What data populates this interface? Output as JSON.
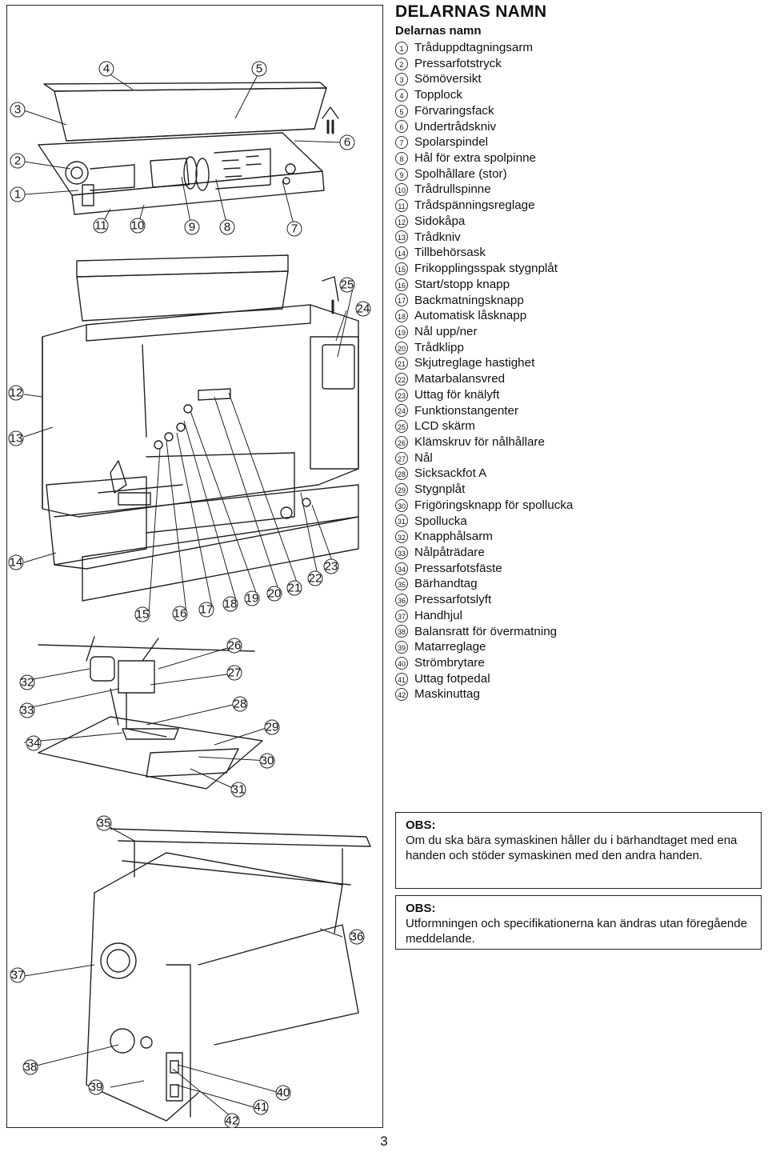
{
  "heading": "DELARNAS NAMN",
  "subheading": "Delarnas namn",
  "parts": [
    {
      "n": "1",
      "label": "Tråduppdtagningsarm"
    },
    {
      "n": "2",
      "label": "Pressarfotstryck"
    },
    {
      "n": "3",
      "label": "Sömöversikt"
    },
    {
      "n": "4",
      "label": "Topplock"
    },
    {
      "n": "5",
      "label": "Förvaringsfack"
    },
    {
      "n": "6",
      "label": "Undertrådskniv"
    },
    {
      "n": "7",
      "label": "Spolarspindel"
    },
    {
      "n": "8",
      "label": "Hål för extra spolpinne"
    },
    {
      "n": "9",
      "label": "Spolhållare (stor)"
    },
    {
      "n": "10",
      "label": "Trådrullspinne"
    },
    {
      "n": "11",
      "label": "Trådspänningsreglage"
    },
    {
      "n": "12",
      "label": "Sidokåpa"
    },
    {
      "n": "13",
      "label": "Trådkniv"
    },
    {
      "n": "14",
      "label": "Tillbehörsask"
    },
    {
      "n": "15",
      "label": "Frikopplingsspak stygnplåt"
    },
    {
      "n": "16",
      "label": "Start/stopp knapp"
    },
    {
      "n": "17",
      "label": "Backmatningsknapp"
    },
    {
      "n": "18",
      "label": "Automatisk låsknapp"
    },
    {
      "n": "19",
      "label": "Nål upp/ner"
    },
    {
      "n": "20",
      "label": "Trådklipp"
    },
    {
      "n": "21",
      "label": "Skjutreglage hastighet"
    },
    {
      "n": "22",
      "label": "Matarbalansvred"
    },
    {
      "n": "23",
      "label": "Uttag för knälyft"
    },
    {
      "n": "24",
      "label": "Funktionstangenter"
    },
    {
      "n": "25",
      "label": "LCD skärm"
    },
    {
      "n": "26",
      "label": "Klämskruv för nålhållare"
    },
    {
      "n": "27",
      "label": "Nål"
    },
    {
      "n": "28",
      "label": "Sicksackfot A"
    },
    {
      "n": "29",
      "label": "Stygnplåt"
    },
    {
      "n": "30",
      "label": "Frigöringsknapp för spollucka"
    },
    {
      "n": "31",
      "label": "Spollucka"
    },
    {
      "n": "32",
      "label": "Knapphålsarm"
    },
    {
      "n": "33",
      "label": "Nålpåträdare"
    },
    {
      "n": "34",
      "label": "Pressarfotsfäste"
    },
    {
      "n": "35",
      "label": "Bärhandtag"
    },
    {
      "n": "36",
      "label": "Pressarfotslyft"
    },
    {
      "n": "37",
      "label": "Handhjul"
    },
    {
      "n": "38",
      "label": "Balansratt för övermatning"
    },
    {
      "n": "39",
      "label": "Matarreglage"
    },
    {
      "n": "40",
      "label": "Strömbrytare"
    },
    {
      "n": "41",
      "label": "Uttag fotpedal"
    },
    {
      "n": "42",
      "label": "Maskinuttag"
    }
  ],
  "notes": [
    {
      "title": "OBS:",
      "text": "Om du ska bära symaskinen håller du i bärhandtaget med ena handen och stöder symaskinen med den andra handen."
    },
    {
      "title": "OBS:",
      "text": "Utformningen och specifikationerna kan ändras utan föregående meddelande."
    }
  ],
  "page_number": "3",
  "callout_numbers": [
    "1",
    "2",
    "3",
    "4",
    "5",
    "6",
    "7",
    "8",
    "9",
    "10",
    "11",
    "12",
    "13",
    "14",
    "15",
    "16",
    "17",
    "18",
    "19",
    "20",
    "21",
    "22",
    "23",
    "24",
    "25",
    "26",
    "27",
    "28",
    "29",
    "30",
    "31",
    "32",
    "33",
    "34",
    "35",
    "36",
    "37",
    "38",
    "39",
    "40",
    "41",
    "42"
  ]
}
